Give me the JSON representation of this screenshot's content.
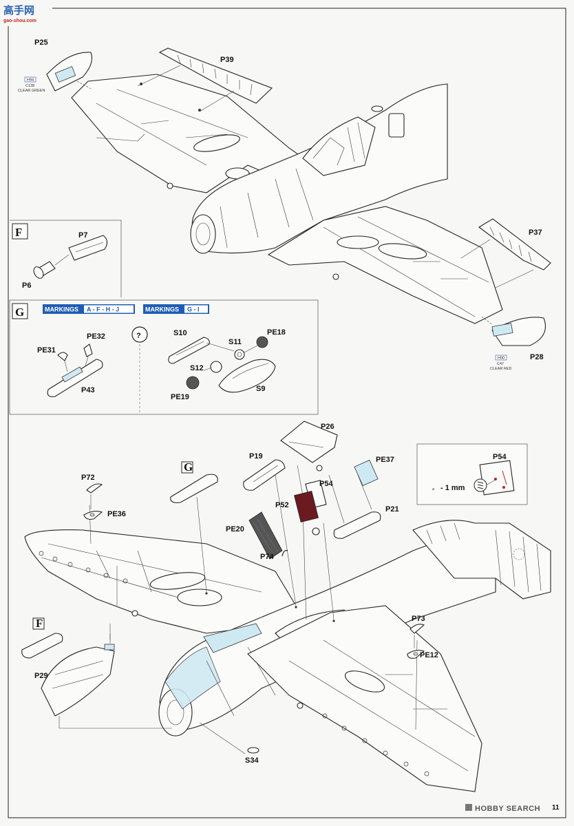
{
  "watermark": {
    "logo": "高手网",
    "url": "gao-shou.com",
    "bottom": "HOBBY SEARCH"
  },
  "page_number": "11",
  "steps": {
    "F": "F",
    "G": "G"
  },
  "markings": {
    "label": "MARKINGS",
    "set1": "A - F - H - J",
    "set2": "G - I"
  },
  "question_mark": "?",
  "callouts": {
    "p25": {
      "part": "P25",
      "code": "H94",
      "color_code": "C138",
      "color_name": "CLEAR GREEN"
    },
    "p28": {
      "part": "P28",
      "code": "H90",
      "color_code": "C47",
      "color_name": "CLEAR RED"
    }
  },
  "inset_p54": {
    "part": "P54",
    "dimension": "- 1 mm"
  },
  "parts": {
    "p39": "P39",
    "p37": "P37",
    "p7": "P7",
    "p6": "P6",
    "pe31": "PE31",
    "pe32": "PE32",
    "p43": "P43",
    "s10": "S10",
    "s11": "S11",
    "pe18": "PE18",
    "s12": "S12",
    "pe19": "PE19",
    "s9": "S9",
    "p26": "P26",
    "p19": "P19",
    "pe37": "PE37",
    "p54": "P54",
    "p52": "P52",
    "p21": "P21",
    "pe20": "PE20",
    "p74": "P74",
    "p72": "P72",
    "pe36": "PE36",
    "p73": "P73",
    "pe12": "PE12",
    "p29": "P29",
    "s34": "S34"
  },
  "colors": {
    "clear_part": "#cfe9f3",
    "marking_box": "#1e5db5",
    "pe52_fill": "#6b1a1f",
    "pe20_fill": "#555555"
  }
}
